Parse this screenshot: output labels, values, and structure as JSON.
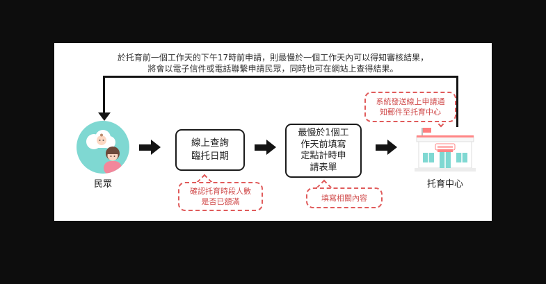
{
  "diagram": {
    "note": {
      "lines": [
        "於托育前一個工作天的下午17時前申請，則最慢於一個工作天內可以得知審核結果，",
        "將會以電子信件或電話聯繫申請民眾，同時也可在網站上查得結果。"
      ]
    },
    "nodes": {
      "public": {
        "label": "民眾"
      },
      "step1": {
        "lines": [
          "線上查詢",
          "臨托日期"
        ]
      },
      "step2": {
        "lines": [
          "最慢於1個工",
          "作天前填寫",
          "定點計時申",
          "請表單"
        ]
      },
      "center": {
        "label": "托育中心"
      }
    },
    "callouts": {
      "check_full": {
        "lines": [
          "確認托育時段人數",
          "是否已額滿"
        ]
      },
      "fill_content": {
        "lines": [
          "填寫相關內容"
        ]
      },
      "system_mail": {
        "lines": [
          "系統發送線上申請通",
          "知郵件至托育中心"
        ]
      }
    },
    "colors": {
      "callout_red": "#e05b5b",
      "node_teal": "#7fd8d2",
      "arrow_black": "#141414",
      "panel_white": "#ffffff",
      "background_black": "#0d0d0d"
    }
  }
}
